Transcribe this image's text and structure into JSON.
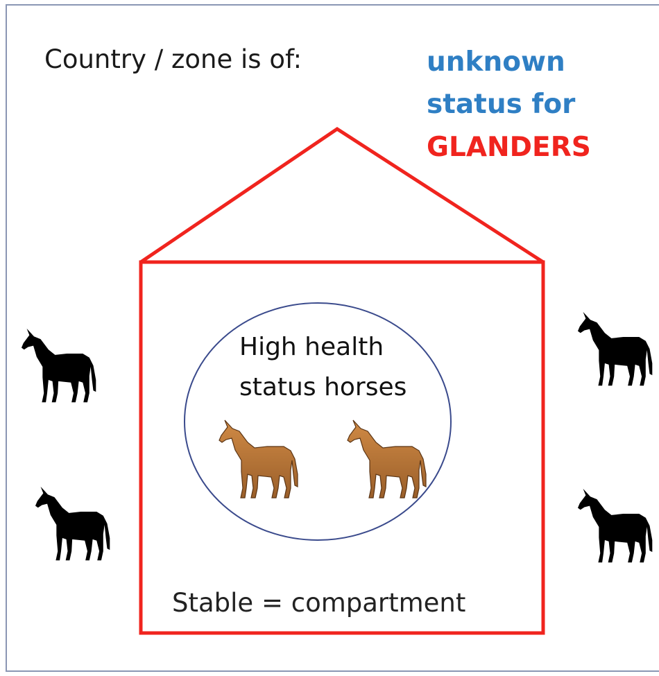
{
  "zone": {
    "label": "Country / zone is of:",
    "status_line1": "unknown",
    "status_line2": "status for",
    "disease": "GLANDERS"
  },
  "compartment": {
    "herd_line1": "High health",
    "herd_line2": "status horses",
    "stable_label": "Stable = compartment"
  },
  "colors": {
    "frame": "#8a96b4",
    "status_text": "#2f7fc4",
    "disease_text": "#f0241e",
    "stable_outline": "#f0241e",
    "herd_outline": "#3a4a8c",
    "outside_horse": "#000000",
    "inside_horse": "#b9773a"
  },
  "icons": {
    "outside_horse": "black-horse-silhouette-icon",
    "inside_horse": "brown-horse-icon"
  }
}
